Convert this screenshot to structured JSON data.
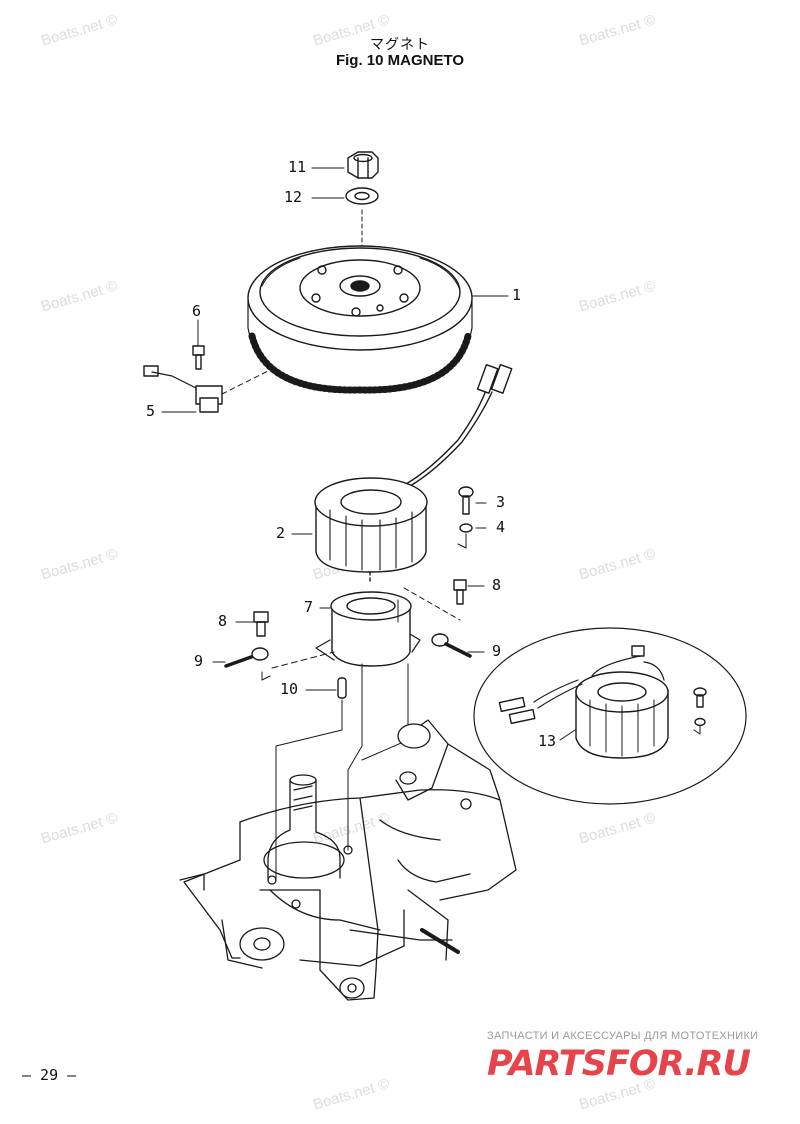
{
  "title": {
    "jp": "マグネト",
    "en": "Fig. 10   MAGNETO"
  },
  "watermark": "Boats.net ©",
  "parts": {
    "p1": "1",
    "p2": "2",
    "p3": "3",
    "p4": "4",
    "p5": "5",
    "p6": "6",
    "p7": "7",
    "p8a": "8",
    "p8b": "8",
    "p9a": "9",
    "p9b": "9",
    "p10": "10",
    "p11": "11",
    "p12": "12",
    "p13": "13"
  },
  "page_number": "— 29 —",
  "shop": {
    "tagline": "ЗАПЧАСТИ И АКСЕССУАРЫ ДЛЯ МОТОТЕХНИКИ",
    "logo": "PARTSFOR.RU"
  },
  "colors": {
    "ink": "#1a1a1a",
    "watermark": "#dcdcdc",
    "logo": "#e6434a"
  }
}
